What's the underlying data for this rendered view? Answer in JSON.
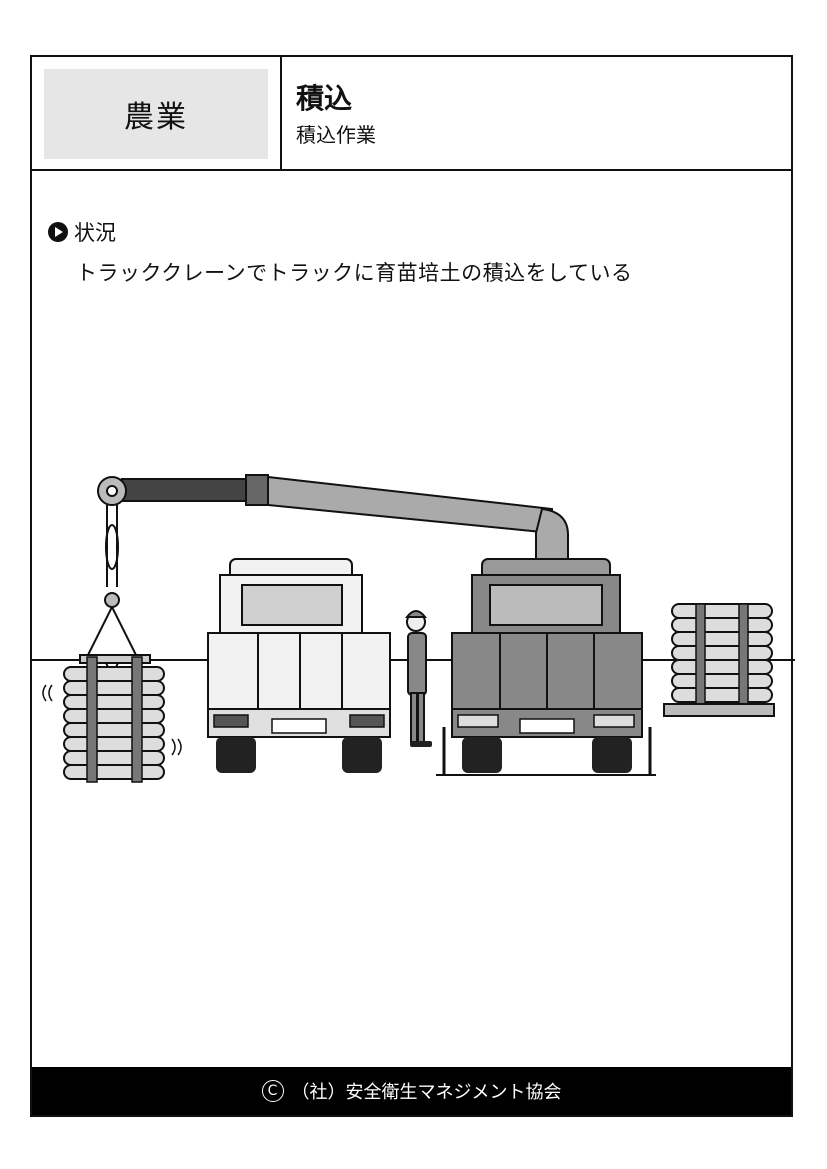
{
  "header": {
    "category": "農業",
    "title": "積込",
    "subtitle": "積込作業"
  },
  "situation": {
    "label": "状況",
    "text": "トラッククレーンでトラックに育苗培土の積込をしている"
  },
  "illustration": {
    "crane_cargo_bag_count": 8,
    "pallet_stack_bag_count": 7
  },
  "footer": {
    "copyright_symbol": "C",
    "text": "（社）安全衛生マネジメント協会"
  }
}
